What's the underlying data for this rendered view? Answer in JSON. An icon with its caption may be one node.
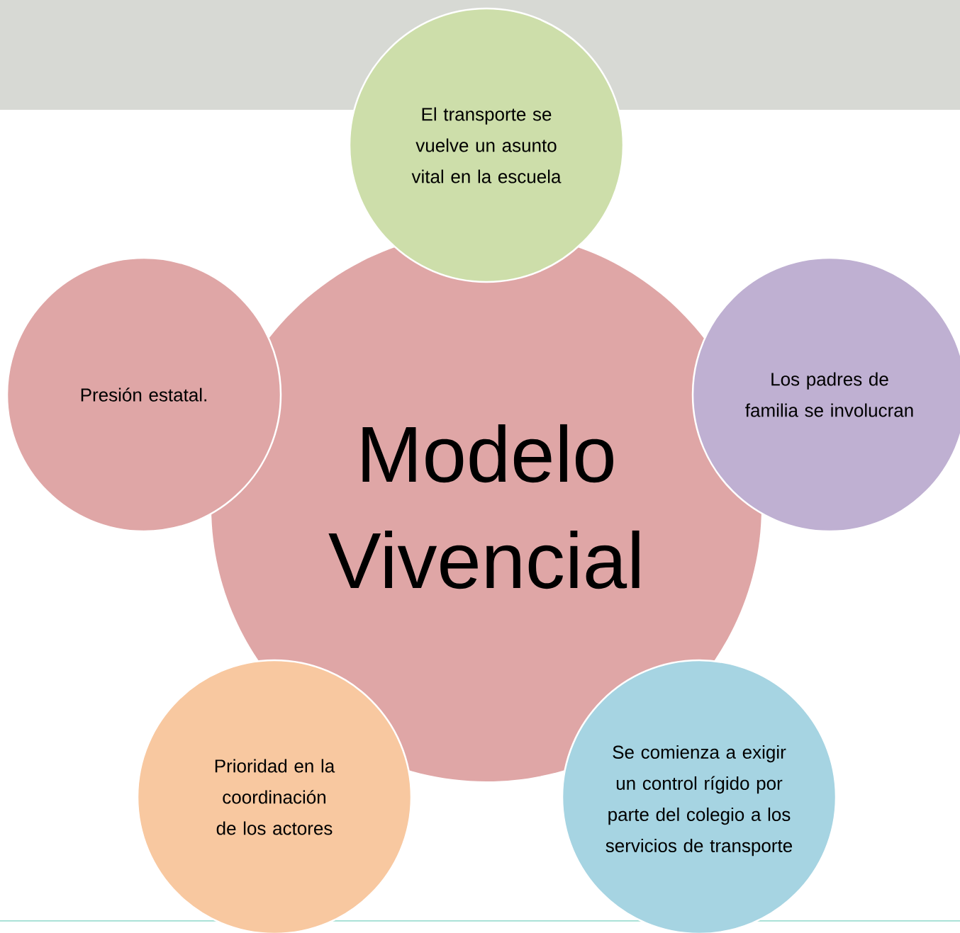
{
  "diagram": {
    "nodes": [
      {
        "text": [
          "Modelo Vivencial"
        ]
      },
      {
        "text": [
          "El transporte se vuelve un asunto vital en la escuela"
        ]
      },
      {
        "text": [
          "Presión estatal."
        ]
      },
      {
        "text": [
          "Los padres de familia se involucran"
        ]
      },
      {
        "text": [
          "Prioridad en la coordinación de los actores"
        ]
      },
      {
        "text": [
          "Se comienza a exigir un control rígido por parte del colegio a los servicios de transporte"
        ]
      }
    ]
  }
}
